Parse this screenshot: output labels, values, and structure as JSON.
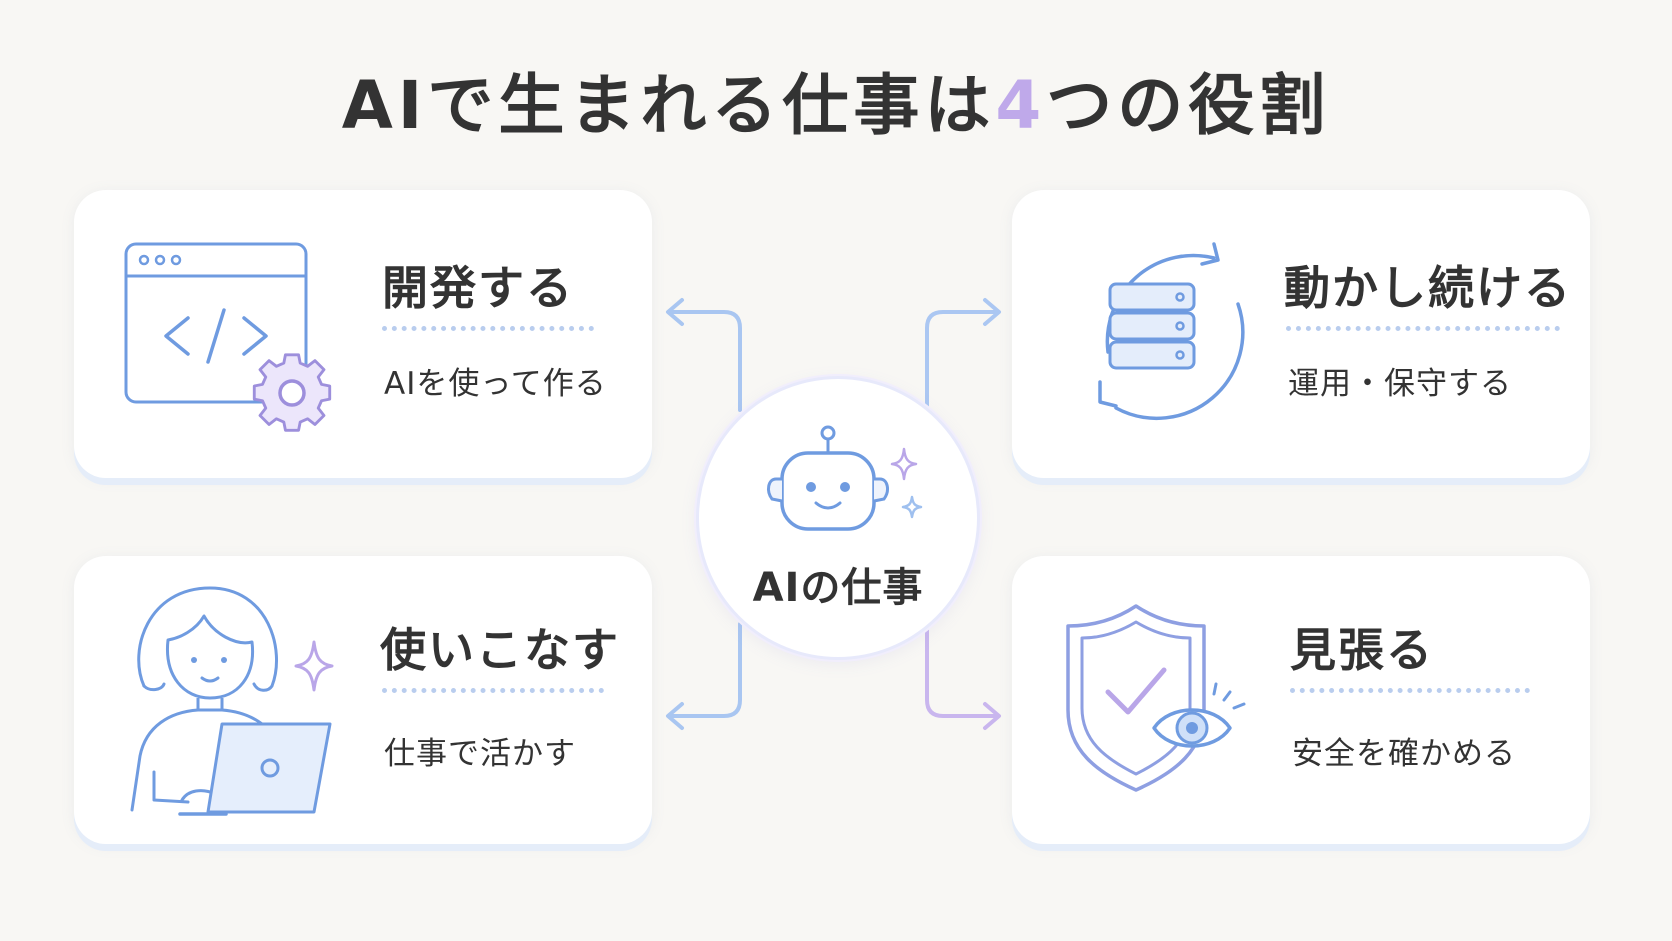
{
  "title": {
    "prefix": "AIで生まれる仕事は",
    "number": "4",
    "suffix": "つの役割"
  },
  "center": {
    "label": "AIの仕事"
  },
  "roles": [
    {
      "heading": "開発する",
      "subtitle": "AIを使って作る",
      "icon": "code-window-gear-icon"
    },
    {
      "heading": "動かし続ける",
      "subtitle": "運用・保守する",
      "icon": "server-refresh-icon"
    },
    {
      "heading": "使いこなす",
      "subtitle": "仕事で活かす",
      "icon": "person-laptop-icon"
    },
    {
      "heading": "見張る",
      "subtitle": "安全を確かめる",
      "icon": "shield-eye-icon"
    }
  ],
  "colors": {
    "blue": "#6f9be0",
    "lavender": "#b9a6e8",
    "text": "#333333",
    "background": "#f8f7f4"
  }
}
